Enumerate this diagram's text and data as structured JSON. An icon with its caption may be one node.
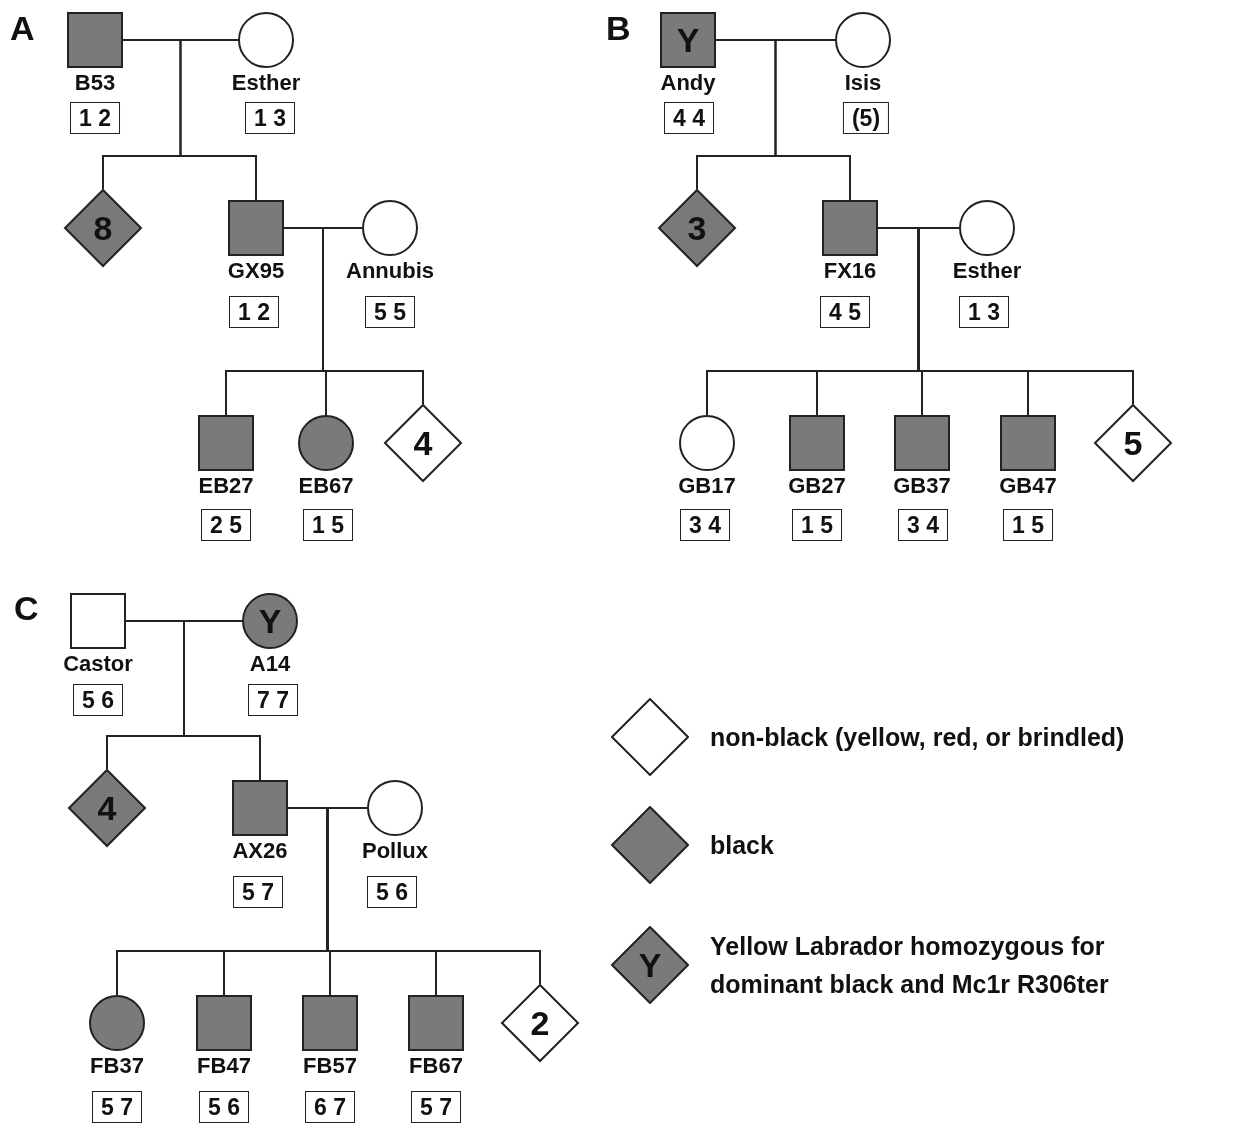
{
  "diagram": {
    "nodes": [
      {
        "text": [],
        "shape": "box",
        "beside": [
          "B53"
        ]
      },
      {
        "text": [
          "1 2"
        ]
      },
      {
        "text": [],
        "shape": "circle",
        "beside": [
          "Esther"
        ]
      },
      {
        "text": [
          "1 3"
        ]
      },
      {
        "text": [
          "8"
        ]
      },
      {
        "text": [],
        "shape": "box",
        "beside": [
          "GX95"
        ]
      },
      {
        "text": [
          "1 2"
        ]
      },
      {
        "text": [],
        "shape": "circle",
        "beside": [
          "Annubis"
        ]
      },
      {
        "text": [
          "5 5"
        ]
      },
      {
        "text": [],
        "shape": "box",
        "beside": [
          "EB27"
        ]
      },
      {
        "text": [
          "2 5"
        ]
      },
      {
        "text": [],
        "shape": "circle",
        "beside": [
          "EB67"
        ]
      },
      {
        "text": [
          "1 5"
        ]
      },
      {
        "text": [
          "4"
        ]
      },
      {
        "text": [
          "Y"
        ],
        "beside": [
          "Andy"
        ]
      },
      {
        "text": [
          "4 4"
        ]
      },
      {
        "text": [],
        "shape": "circle",
        "beside": [
          "Isis"
        ]
      },
      {
        "text": [
          "(5)"
        ]
      },
      {
        "text": [
          "3"
        ]
      },
      {
        "text": [],
        "shape": "box",
        "beside": [
          "FX16"
        ]
      },
      {
        "text": [
          "4 5"
        ]
      },
      {
        "text": [],
        "shape": "circle",
        "beside": [
          "Esther"
        ]
      },
      {
        "text": [
          "1 3"
        ]
      },
      {
        "text": [],
        "shape": "circle",
        "beside": [
          "GB17"
        ]
      },
      {
        "text": [
          "3 4"
        ]
      },
      {
        "text": [],
        "shape": "box",
        "beside": [
          "GB27"
        ]
      },
      {
        "text": [
          "1 5"
        ]
      },
      {
        "text": [],
        "shape": "box",
        "beside": [
          "GB37"
        ]
      },
      {
        "text": [
          "3 4"
        ]
      },
      {
        "text": [],
        "shape": "box",
        "beside": [
          "GB47"
        ]
      },
      {
        "text": [
          "1 5"
        ]
      },
      {
        "text": [
          "5"
        ]
      },
      {
        "text": [],
        "shape": "box",
        "beside": [
          "Castor"
        ]
      },
      {
        "text": [
          "5 6"
        ]
      },
      {
        "text": [
          "Y"
        ],
        "beside": [
          "A14"
        ]
      },
      {
        "text": [
          "7 7"
        ]
      },
      {
        "text": [
          "4"
        ]
      },
      {
        "text": [],
        "shape": "box",
        "beside": [
          "AX26"
        ]
      },
      {
        "text": [
          "5 7"
        ]
      },
      {
        "text": [],
        "shape": "circle",
        "beside": [
          "Pollux"
        ]
      },
      {
        "text": [
          "5 6"
        ]
      },
      {
        "text": [],
        "shape": "circle",
        "beside": [
          "FB37"
        ]
      },
      {
        "text": [
          "5 7"
        ]
      },
      {
        "text": [],
        "shape": "box",
        "beside": [
          "FB47"
        ]
      },
      {
        "text": [
          "5 6"
        ]
      },
      {
        "text": [],
        "shape": "box",
        "beside": [
          "FB57"
        ]
      },
      {
        "text": [
          "6 7"
        ]
      },
      {
        "text": [],
        "shape": "box",
        "beside": [
          "FB67"
        ]
      },
      {
        "text": [
          "5 7"
        ]
      },
      {
        "text": [
          "2"
        ]
      }
    ],
    "edges": [
      {
        "from": 0,
        "to": 2,
        "arrow": "none"
      },
      {
        "from": 0,
        "to": 4,
        "arrow": "none"
      },
      {
        "from": 0,
        "to": 5,
        "arrow": "none"
      },
      {
        "from": 5,
        "to": 7,
        "arrow": "none"
      },
      {
        "from": 5,
        "to": 9,
        "arrow": "none"
      },
      {
        "from": 5,
        "to": 11,
        "arrow": "none"
      },
      {
        "from": 5,
        "to": 13,
        "arrow": "none"
      },
      {
        "from": 14,
        "to": 16,
        "arrow": "none"
      },
      {
        "from": 14,
        "to": 18,
        "arrow": "none"
      },
      {
        "from": 14,
        "to": 19,
        "arrow": "none"
      },
      {
        "from": 19,
        "to": 21,
        "arrow": "none"
      },
      {
        "from": 19,
        "to": 23,
        "arrow": "none"
      },
      {
        "from": 19,
        "to": 25,
        "arrow": "none"
      },
      {
        "from": 19,
        "to": 27,
        "arrow": "none"
      },
      {
        "from": 19,
        "to": 29,
        "arrow": "none"
      },
      {
        "from": 19,
        "to": 31,
        "arrow": "none"
      },
      {
        "from": 32,
        "to": 34,
        "arrow": "none"
      },
      {
        "from": 32,
        "to": 36,
        "arrow": "none"
      },
      {
        "from": 32,
        "to": 37,
        "arrow": "none"
      },
      {
        "from": 37,
        "to": 39,
        "arrow": "none"
      },
      {
        "from": 37,
        "to": 41,
        "arrow": "none"
      },
      {
        "from": 37,
        "to": 43,
        "arrow": "none"
      },
      {
        "from": 37,
        "to": 45,
        "arrow": "none"
      },
      {
        "from": 37,
        "to": 47,
        "arrow": "none"
      },
      {
        "from": 37,
        "to": 49,
        "arrow": "none"
      }
    ],
    "labels": [
      "A",
      "B",
      "C",
      "Y"
    ],
    "legend": [
      {
        "text": "non-black (yellow, red, or brindled)",
        "color": "#ffffff"
      },
      {
        "text": "black",
        "color": "#7a7a7a"
      },
      {
        "text": "Yellow Labrador homozygous for dominant black and Mc1r R306ter",
        "color": "#7a7a7a"
      }
    ]
  }
}
